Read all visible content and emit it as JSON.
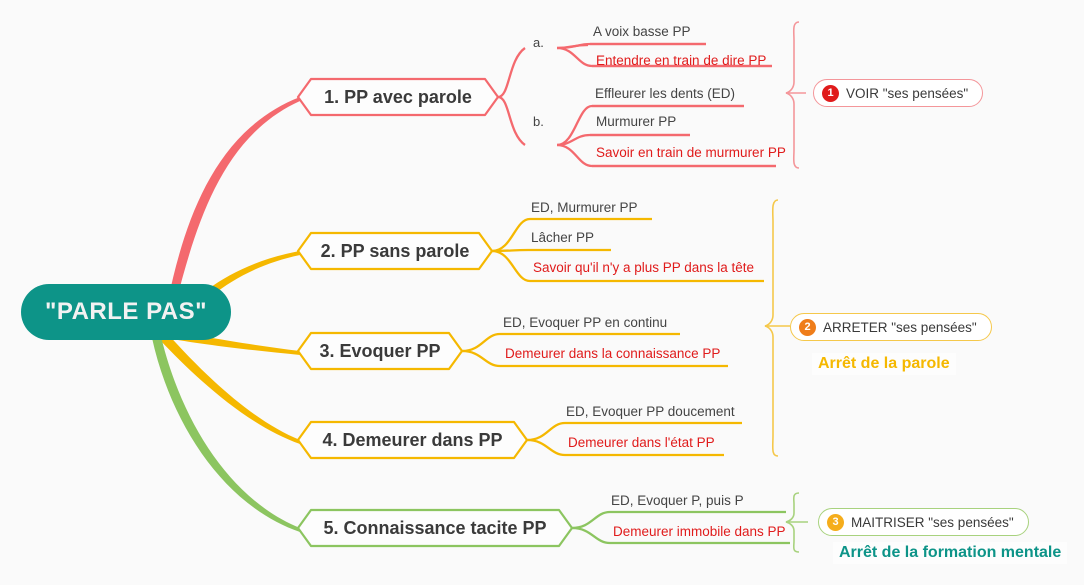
{
  "root": {
    "label": "\"PARLE PAS\"",
    "color": "#0d9488"
  },
  "colors": {
    "red": "#f4696e",
    "red_text": "#e01b1b",
    "yellow": "#f5b800",
    "green": "#8cc560",
    "teal": "#0d9488",
    "orange": "#f59e0b",
    "crimson": "#e01b1b",
    "dark_text": "#3a3a3a",
    "background": "#fafafa"
  },
  "branches": [
    {
      "label": "1. PP avec parole",
      "color": "#f4696e",
      "subgroups": [
        {
          "marker": "a."
        },
        {
          "marker": "b."
        }
      ],
      "leaves": [
        {
          "text": "A voix basse PP",
          "style": "dark"
        },
        {
          "text": "Entendre en train de dire PP",
          "style": "red"
        },
        {
          "text": "Effleurer les dents (ED)",
          "style": "dark"
        },
        {
          "text": "Murmurer PP",
          "style": "dark"
        },
        {
          "text": "Savoir en train de murmurer PP",
          "style": "red"
        }
      ]
    },
    {
      "label": "2. PP sans parole",
      "color": "#f5b800",
      "leaves": [
        {
          "text": "ED, Murmurer PP",
          "style": "dark"
        },
        {
          "text": "Lâcher PP",
          "style": "dark"
        },
        {
          "text": "Savoir qu'il n'y a plus PP dans la tête",
          "style": "red"
        }
      ]
    },
    {
      "label": "3. Evoquer PP",
      "color": "#f5b800",
      "leaves": [
        {
          "text": "ED, Evoquer PP en continu",
          "style": "dark"
        },
        {
          "text": "Demeurer dans la connaissance PP",
          "style": "red"
        }
      ]
    },
    {
      "label": "4. Demeurer dans PP",
      "color": "#f5b800",
      "leaves": [
        {
          "text": "ED, Evoquer PP doucement",
          "style": "dark"
        },
        {
          "text": "Demeurer dans l'état PP",
          "style": "red"
        }
      ]
    },
    {
      "label": "5. Connaissance tacite PP",
      "color": "#8cc560",
      "leaves": [
        {
          "text": "ED, Evoquer P, puis P",
          "style": "dark"
        },
        {
          "text": "Demeurer immobile dans PP",
          "style": "red"
        }
      ]
    }
  ],
  "callouts": [
    {
      "number": "1",
      "text": "VOIR \"ses pensées\"",
      "badge_color": "#e01b1b",
      "border_color": "#f4969a"
    },
    {
      "number": "2",
      "text": "ARRETER \"ses pensées\"",
      "badge_color": "#ef7d1a",
      "border_color": "#f5c84b"
    },
    {
      "number": "3",
      "text": "MAITRISER \"ses pensées\"",
      "badge_color": "#f5ad1c",
      "border_color": "#a8d27e"
    }
  ],
  "conclusions": [
    {
      "text": "Arrêt de la parole",
      "color": "#f5b800"
    },
    {
      "text": "Arrêt de la formation mentale",
      "color": "#0d9488"
    }
  ]
}
